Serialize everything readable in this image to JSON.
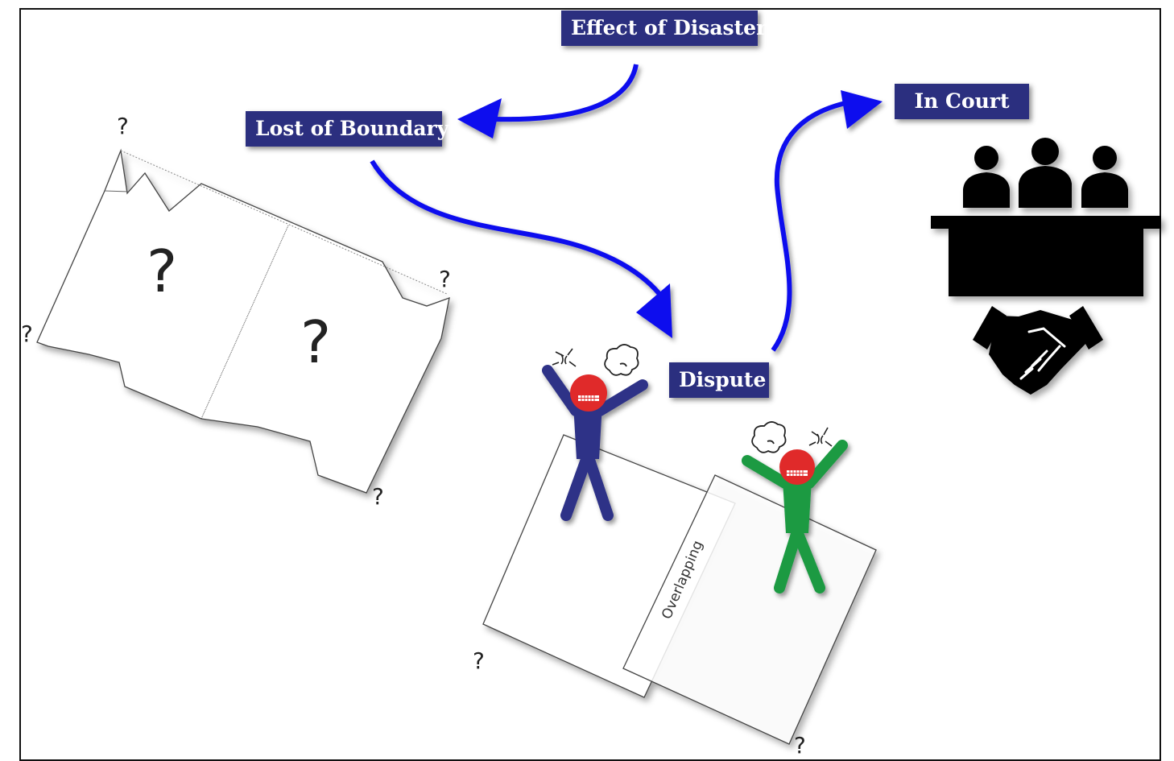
{
  "labels": {
    "effect": "Effect of Disaster",
    "lost": "Lost of Boundary",
    "dispute": "Dispute",
    "court": "In Court"
  },
  "overlap_label": "Overlapping",
  "question_mark": "?",
  "colors": {
    "label_bg": "#2b2f7f",
    "arrow": "#1010ee",
    "person_blue": "#2e3287",
    "person_green": "#1b9a43",
    "face_red": "#e02a2a"
  },
  "icons": [
    "court-judges-icon",
    "handshake-icon",
    "angry-person-blue-icon",
    "angry-person-green-icon",
    "anger-symbol-icon",
    "steam-cloud-icon"
  ]
}
